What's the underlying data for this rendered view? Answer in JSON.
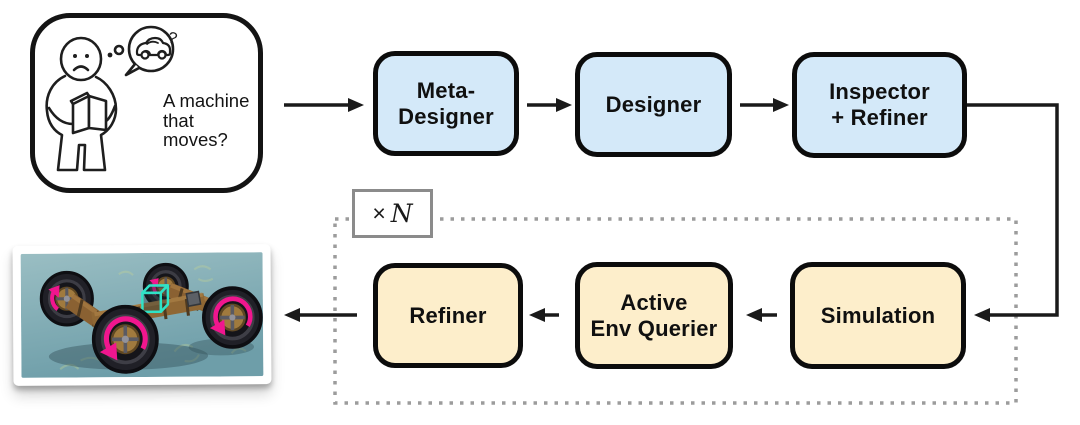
{
  "prompt_card": {
    "text": "A machine\nthat moves?"
  },
  "nodes": {
    "meta_designer": {
      "label": "Meta-\nDesigner",
      "fill": "#d4e9f9"
    },
    "designer": {
      "label": "Designer",
      "fill": "#d4e9f9"
    },
    "inspector_refiner": {
      "label": "Inspector\n+ Refiner",
      "fill": "#d4e9f9"
    },
    "refiner": {
      "label": "Refiner",
      "fill": "#fdeecb"
    },
    "active_env_querier": {
      "label": "Active\nEnv Querier",
      "fill": "#fdeecb"
    },
    "simulation": {
      "label": "Simulation",
      "fill": "#fdeecb"
    }
  },
  "loop_badge": {
    "times": "×",
    "n": "N"
  },
  "edges": [
    {
      "from": "prompt_card",
      "to": "meta_designer"
    },
    {
      "from": "meta_designer",
      "to": "designer"
    },
    {
      "from": "designer",
      "to": "inspector_refiner"
    },
    {
      "from": "inspector_refiner",
      "to": "simulation"
    },
    {
      "from": "simulation",
      "to": "active_env_querier"
    },
    {
      "from": "active_env_querier",
      "to": "refiner"
    },
    {
      "from": "refiner",
      "to": "result_photo"
    }
  ],
  "loop_region": {
    "contains": [
      "refiner",
      "active_env_querier",
      "simulation"
    ]
  },
  "result_image": {
    "description": "four-wheeled block machine with spinning wheels in a physics simulator"
  },
  "colors": {
    "node_blue": "#d4e9f9",
    "node_tan": "#fdeecb",
    "node_border": "#0c0c0c",
    "arrow": "#1a1a1a",
    "loop_dotted": "#9c9c9c",
    "wheel_arrow_magenta": "#f0168e",
    "cube_teal": "#2fe3c6"
  }
}
